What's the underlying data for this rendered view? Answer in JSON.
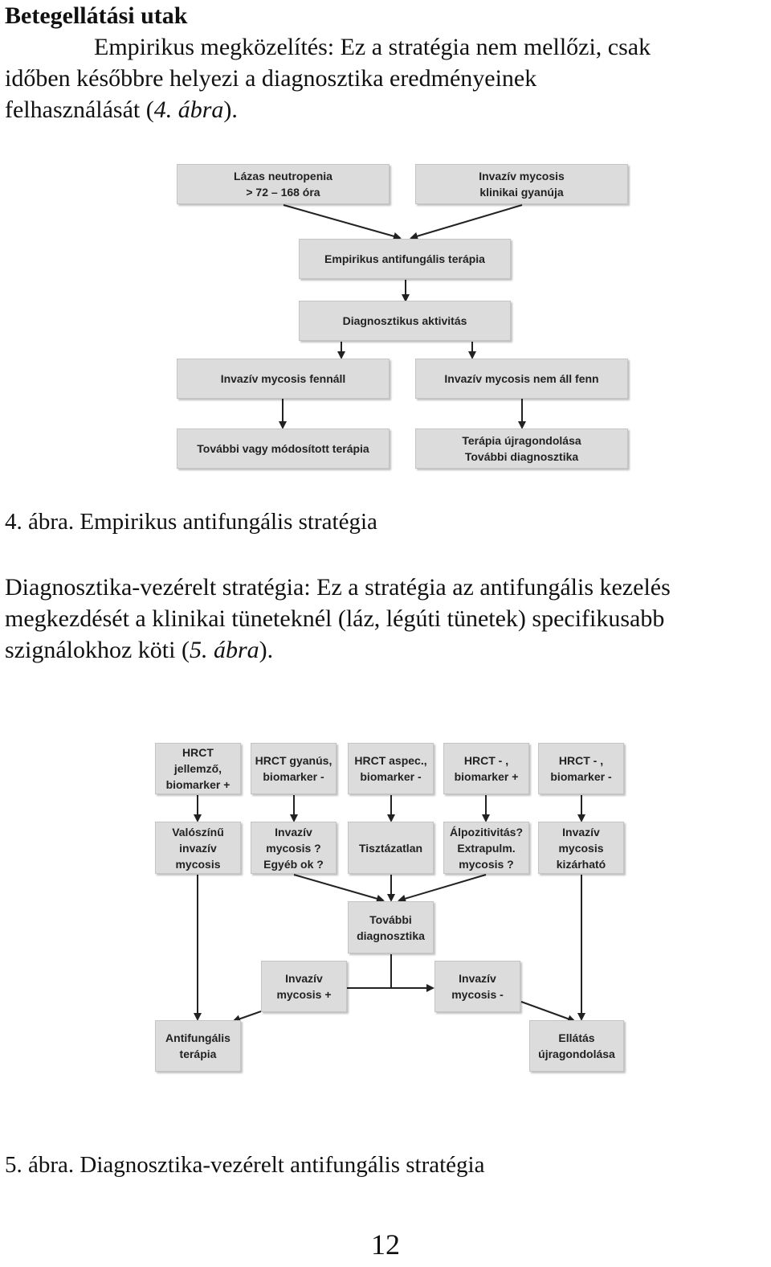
{
  "heading": "Betegellátási utak",
  "para1": {
    "line1": "Empirikus megközelítés: Ez a stratégia nem mellőzi, csak",
    "line2": "időben későbbre helyezi a diagnosztika eredményeinek",
    "line3_pre": "felhasználását (",
    "line3_ref": "4. ábra",
    "line3_post": ")."
  },
  "fig4": {
    "boxes": {
      "fever": "Lázas neutropenia\n> 72 – 168 óra",
      "suspicion": "Invazív mycosis\nklinikai gyanúja",
      "empiric": "Empirikus antifungális terápia",
      "diag": "Diagnosztikus aktivitás",
      "present": "Invazív mycosis fennáll",
      "absent": "Invazív mycosis nem áll fenn",
      "further": "További vagy módosított terápia",
      "rethink": "Terápia újragondolása\nTovábbi diagnosztika"
    },
    "caption": "4. ábra. Empirikus antifungális stratégia"
  },
  "para2": {
    "line1": "Diagnosztika-vezérelt stratégia: Ez a stratégia az antifungális kezelés",
    "line2": "megkezdését a klinikai tüneteknél (láz, légúti tünetek) specifikusabb",
    "line3_pre": "szignálokhoz köti (",
    "line3_ref": "5. ábra",
    "line3_post": ")."
  },
  "fig5": {
    "boxes": {
      "r1c1": "HRCT\njellemző,\nbiomarker +",
      "r1c2": "HRCT gyanús,\nbiomarker -",
      "r1c3": "HRCT aspec.,\nbiomarker -",
      "r1c4": "HRCT - ,\nbiomarker +",
      "r1c5": "HRCT - ,\nbiomarker -",
      "r2c1": "Valószínű\ninvazív\nmycosis",
      "r2c2": "Invazív\nmycosis ?\nEgyéb ok ?",
      "r2c3": "Tisztázatlan",
      "r2c4": "Álpozitivitás?\nExtrapulm.\nmycosis ?",
      "r2c5": "Invazív\nmycosis\nkizárható",
      "further_diag": "További\ndiagnosztika",
      "im_pos": "Invazív\nmycosis +",
      "im_neg": "Invazív\nmycosis -",
      "antifungal": "Antifungális\nterápia",
      "care_rethink": "Ellátás\nújragondolása"
    },
    "caption": "5. ábra. Diagnosztika-vezérelt antifungális stratégia"
  },
  "page_number": "12"
}
